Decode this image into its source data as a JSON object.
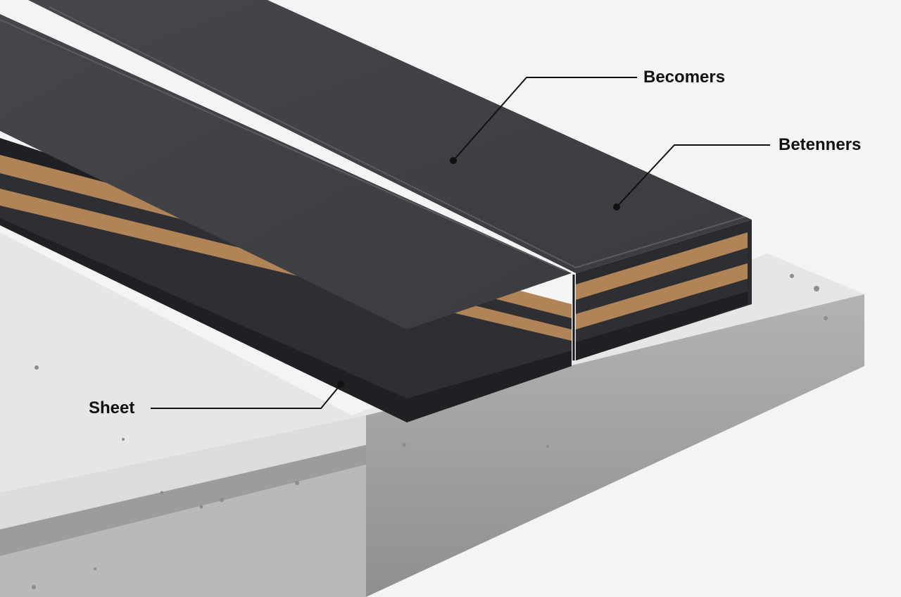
{
  "diagram": {
    "callouts": [
      {
        "id": "becomers",
        "label": "Becomers"
      },
      {
        "id": "betenners",
        "label": "Betenners"
      },
      {
        "id": "sheet",
        "label": "Sheet"
      }
    ]
  },
  "colors": {
    "background": "#f4f4f4",
    "concrete_top": "#e6e6e4",
    "concrete_side": "#a5a5a3",
    "membrane_top": "#3e3f43",
    "membrane_edge": "#2a2b2e",
    "fabric_layer": "#b08457",
    "leader_line": "#111111"
  }
}
